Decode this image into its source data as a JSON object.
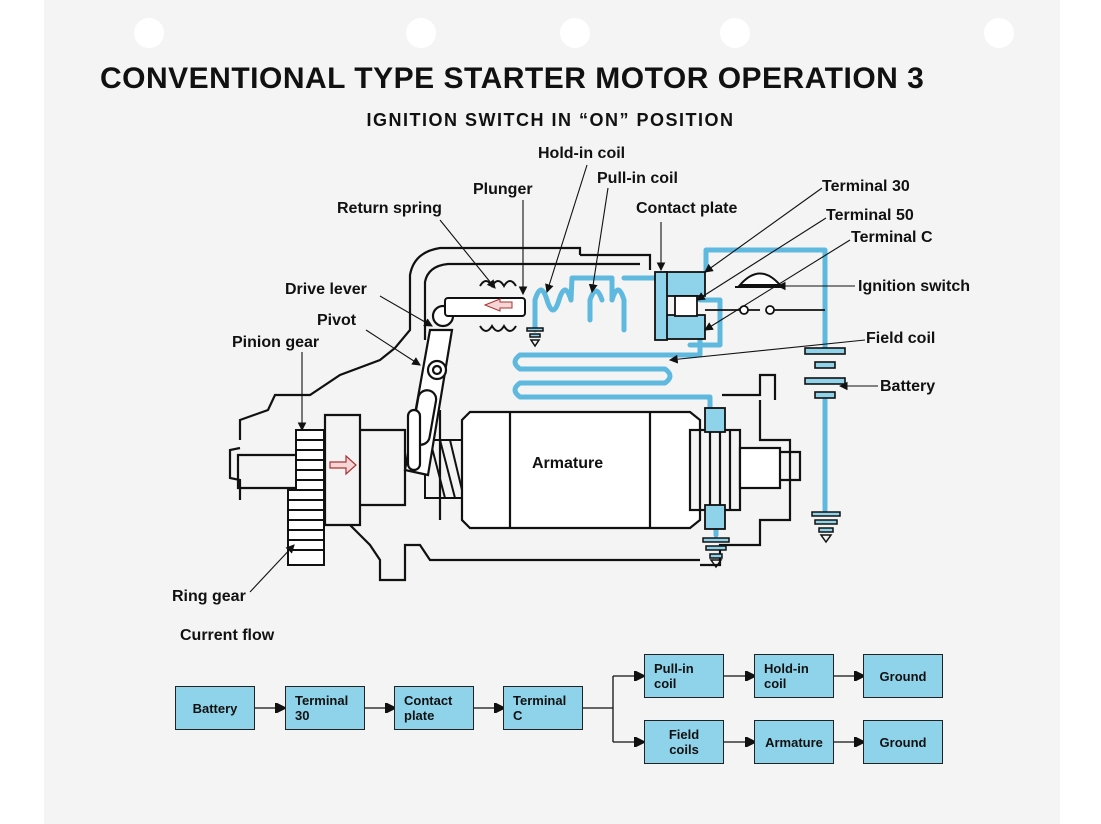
{
  "title": "CONVENTIONAL TYPE STARTER MOTOR OPERATION 3",
  "subtitle": "IGNITION SWITCH IN “ON” POSITION",
  "labels": {
    "hold_in_coil": "Hold-in coil",
    "plunger": "Plunger",
    "pull_in_coil": "Pull-in coil",
    "return_spring": "Return spring",
    "contact_plate": "Contact plate",
    "terminal_30": "Terminal 30",
    "terminal_50": "Terminal 50",
    "terminal_c": "Terminal C",
    "ignition_switch": "Ignition switch",
    "drive_lever": "Drive lever",
    "pivot": "Pivot",
    "pinion_gear": "Pinion gear",
    "field_coil": "Field coil",
    "battery": "Battery",
    "armature": "Armature",
    "ring_gear": "Ring gear"
  },
  "current_flow": {
    "heading": "Current flow",
    "battery": "Battery",
    "terminal_30": "Terminal\n30",
    "contact_plate": "Contact\nplate",
    "terminal_c": "Terminal\nC",
    "pull_in_coil": "Pull-in\ncoil",
    "hold_in_coil": "Hold-in\ncoil",
    "ground_1": "Ground",
    "field_coils": "Field\ncoils",
    "armature": "Armature",
    "ground_2": "Ground"
  },
  "colors": {
    "box_fill": "#8ed3ea",
    "wire": "#5fb8de",
    "outline": "#111111"
  }
}
